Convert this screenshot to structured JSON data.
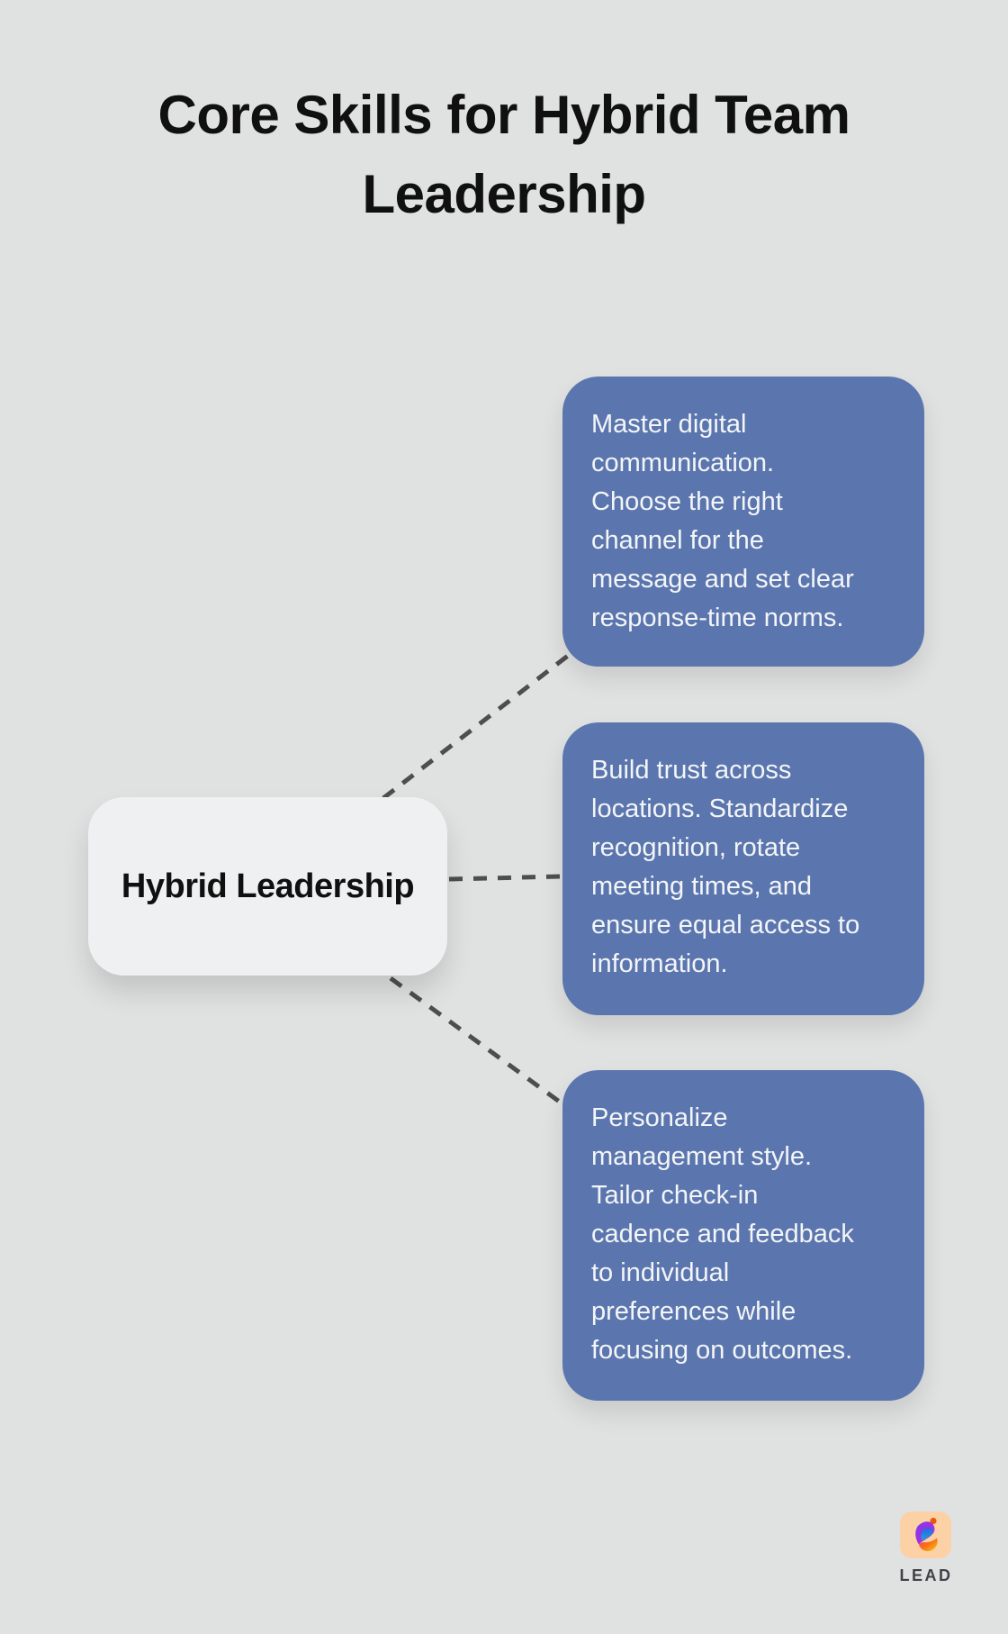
{
  "page": {
    "title": "Core Skills for Hybrid Team\nLeadership"
  },
  "center_node": {
    "label": "Hybrid Leadership"
  },
  "branches": [
    {
      "text": "Master digital\ncommunication.\nChoose the right\nchannel for the\nmessage and set clear\nresponse-time norms."
    },
    {
      "text": "Build trust across\nlocations. Standardize\nrecognition, rotate\nmeeting times, and\nensure equal access to\ninformation."
    },
    {
      "text": "Personalize\nmanagement style.\nTailor check-in\ncadence and feedback\nto individual\npreferences while\nfocusing on outcomes."
    }
  ],
  "logo": {
    "label": "LEAD",
    "icon": "lead-ribbon-icon"
  },
  "colors": {
    "background": "#E0E1E1",
    "branch_fill": "#5B76AE",
    "branch_text": "#F3F5F7",
    "node_fill": "#EFF0F2",
    "node_text": "#101010",
    "title_text": "#101010",
    "connector": "#4E4E4E",
    "logo_badge": "#FBD1A5",
    "logo_dot": "#EA580C",
    "logo_text": "#3E4347"
  }
}
